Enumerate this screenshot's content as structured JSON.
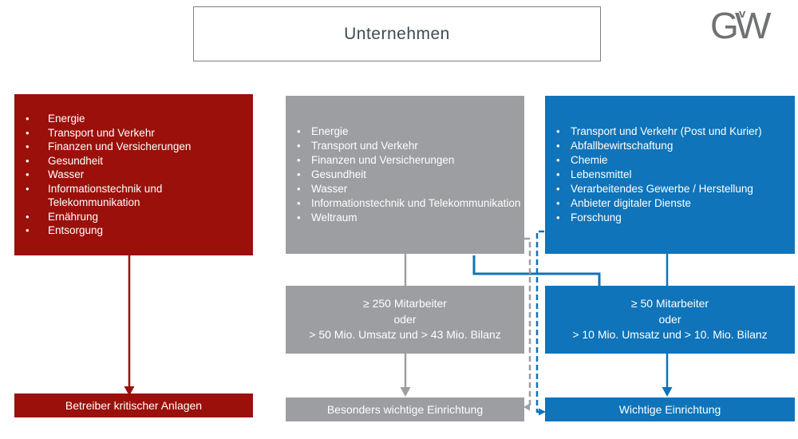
{
  "title_box": {
    "label": "Unternehmen"
  },
  "logo": {
    "g": "G",
    "v": "v",
    "w": "W"
  },
  "colors": {
    "red": "#9b100a",
    "gray": "#9c9ea1",
    "blue": "#0f74b9",
    "title_text": "#3d4c54",
    "logo_gray": "#6f7173"
  },
  "columns": [
    {
      "id": "kritische-anlagen",
      "color": "red",
      "sectors": [
        "Energie",
        "Transport und Verkehr",
        "Finanzen und Versicherungen",
        "Gesundheit",
        "Wasser",
        "Informationstechnik und Telekommunikation",
        "Ernährung",
        "Entsorgung"
      ],
      "result": "Betreiber kritischer Anlagen"
    },
    {
      "id": "besonders-wichtige-einrichtung",
      "color": "gray",
      "sectors": [
        "Energie",
        "Transport und Verkehr",
        "Finanzen und Versicherungen",
        "Gesundheit",
        "Wasser",
        "Informationstechnik und Telekommunikation",
        "Weltraum"
      ],
      "criteria": [
        "≥ 250 Mitarbeiter",
        "oder",
        "> 50 Mio. Umsatz und > 43 Mio. Bilanz"
      ],
      "result": "Besonders wichtige Einrichtung"
    },
    {
      "id": "wichtige-einrichtung",
      "color": "blue",
      "sectors": [
        "Transport und Verkehr (Post und Kurier)",
        "Abfallbewirtschaftung",
        "Chemie",
        "Lebensmittel",
        "Verarbeitendes Gewerbe / Herstellung",
        "Anbieter digitaler Dienste",
        "Forschung"
      ],
      "criteria": [
        "≥ 50 Mitarbeiter",
        "oder",
        "> 10 Mio. Umsatz und > 10. Mio. Bilanz"
      ],
      "result": "Wichtige Einrichtung"
    }
  ]
}
